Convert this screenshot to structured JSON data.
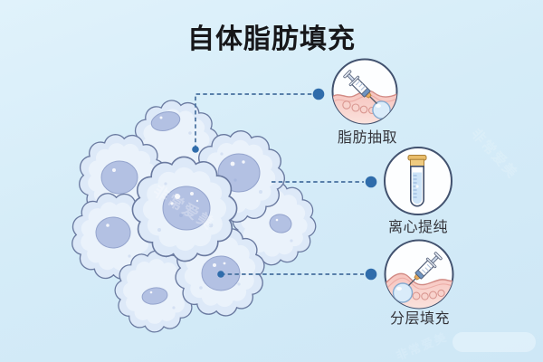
{
  "title": "自体脂肪填充",
  "steps": [
    {
      "id": "fat-extraction",
      "label": "脂肪抽取",
      "icon": "syringe-extract-icon"
    },
    {
      "id": "centrifuge-purification",
      "label": "离心提纯",
      "icon": "test-tube-icon"
    },
    {
      "id": "layered-filling",
      "label": "分层填充",
      "icon": "syringe-fill-icon"
    }
  ],
  "watermark": {
    "text": "非常爱美"
  },
  "colors": {
    "background": "#d5ecf8",
    "title_text": "#17171a",
    "label_text": "#34343a",
    "connector_blue": "#2f6cab",
    "dash_blue": "#47709f",
    "circle_outline": "#42526f",
    "cell_fill": "#dde9f8",
    "cell_outline": "#6a7aa0",
    "nucleus_fill": "#b3c1e3",
    "skin_pink": "#f6c3bd",
    "fat_cell_pink": "#f8d3cd",
    "fat_blob_blue": "#daecfa",
    "tube_cap_tan": "#efcb80"
  }
}
